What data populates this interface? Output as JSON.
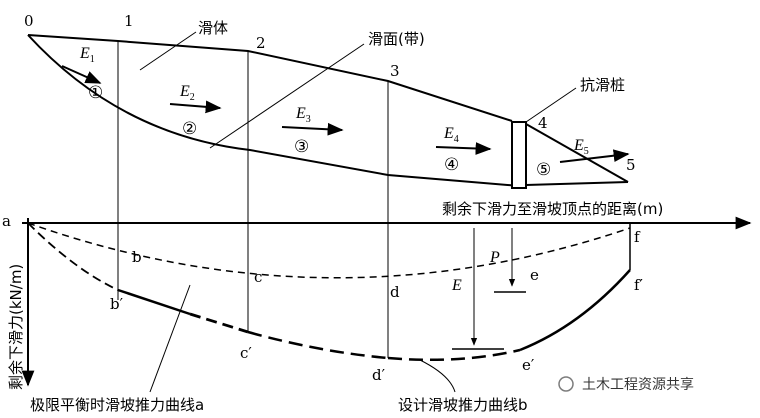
{
  "labels": {
    "p0": "0",
    "p1": "1",
    "p2": "2",
    "p3": "3",
    "p4": "4",
    "p5": "5",
    "slide_body": "滑体",
    "slip_surface": "滑面(带)",
    "pile": "抗滑桩",
    "x_axis": "剩余下滑力至滑坡顶点的距离(m)",
    "y_axis": "剩余下滑力(kN/m)",
    "a": "a",
    "b": "b",
    "b_prime": "b′",
    "c": "c",
    "c_prime": "c′",
    "d": "d",
    "d_prime": "d′",
    "e": "e",
    "e_prime": "e′",
    "f": "f",
    "f_prime": "f′",
    "E": "E",
    "P": "P",
    "curve_a": "极限平衡时滑坡推力曲线a",
    "curve_b": "设计滑坡推力曲线b",
    "watermark": "土木工程资源共享"
  },
  "forces": {
    "e1": {
      "symbol": "E",
      "index": "1"
    },
    "e2": {
      "symbol": "E",
      "index": "2"
    },
    "e3": {
      "symbol": "E",
      "index": "3"
    },
    "e4": {
      "symbol": "E",
      "index": "4"
    },
    "e5": {
      "symbol": "E",
      "index": "5"
    }
  },
  "slices": [
    "①",
    "②",
    "③",
    "④",
    "⑤"
  ]
}
